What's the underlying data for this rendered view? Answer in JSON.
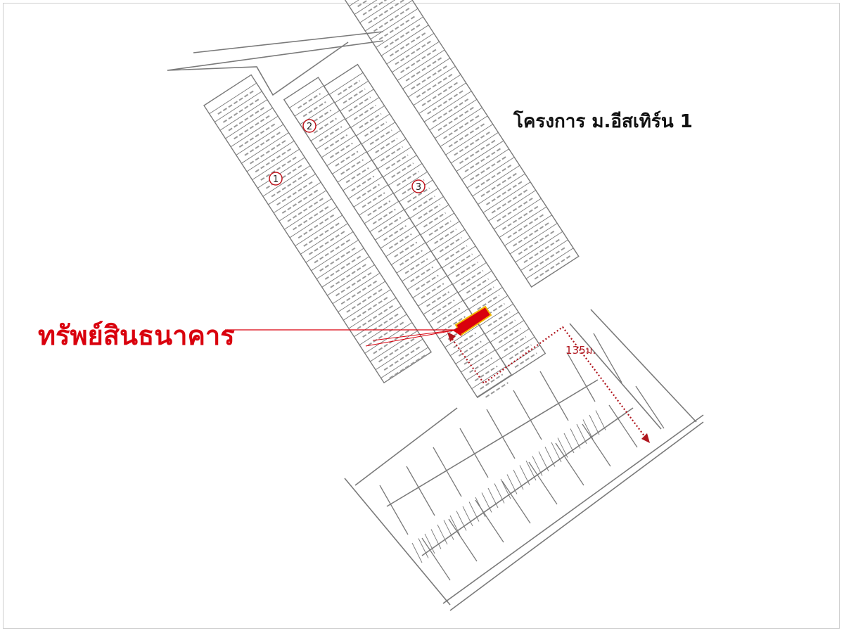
{
  "title": "โครงการ ม.อีสเทิร์น 1",
  "asset_label": "ทรัพย์สินธนาคาร",
  "distance_label": "135ม.",
  "block_markers": [
    "1",
    "2",
    "3"
  ],
  "colors": {
    "plan_line": "#7a7a7a",
    "highlight": "#d9000d",
    "highlight_border": "#f2b800",
    "marker_ring": "#c0141c",
    "dotted_route": "#b0161e"
  }
}
